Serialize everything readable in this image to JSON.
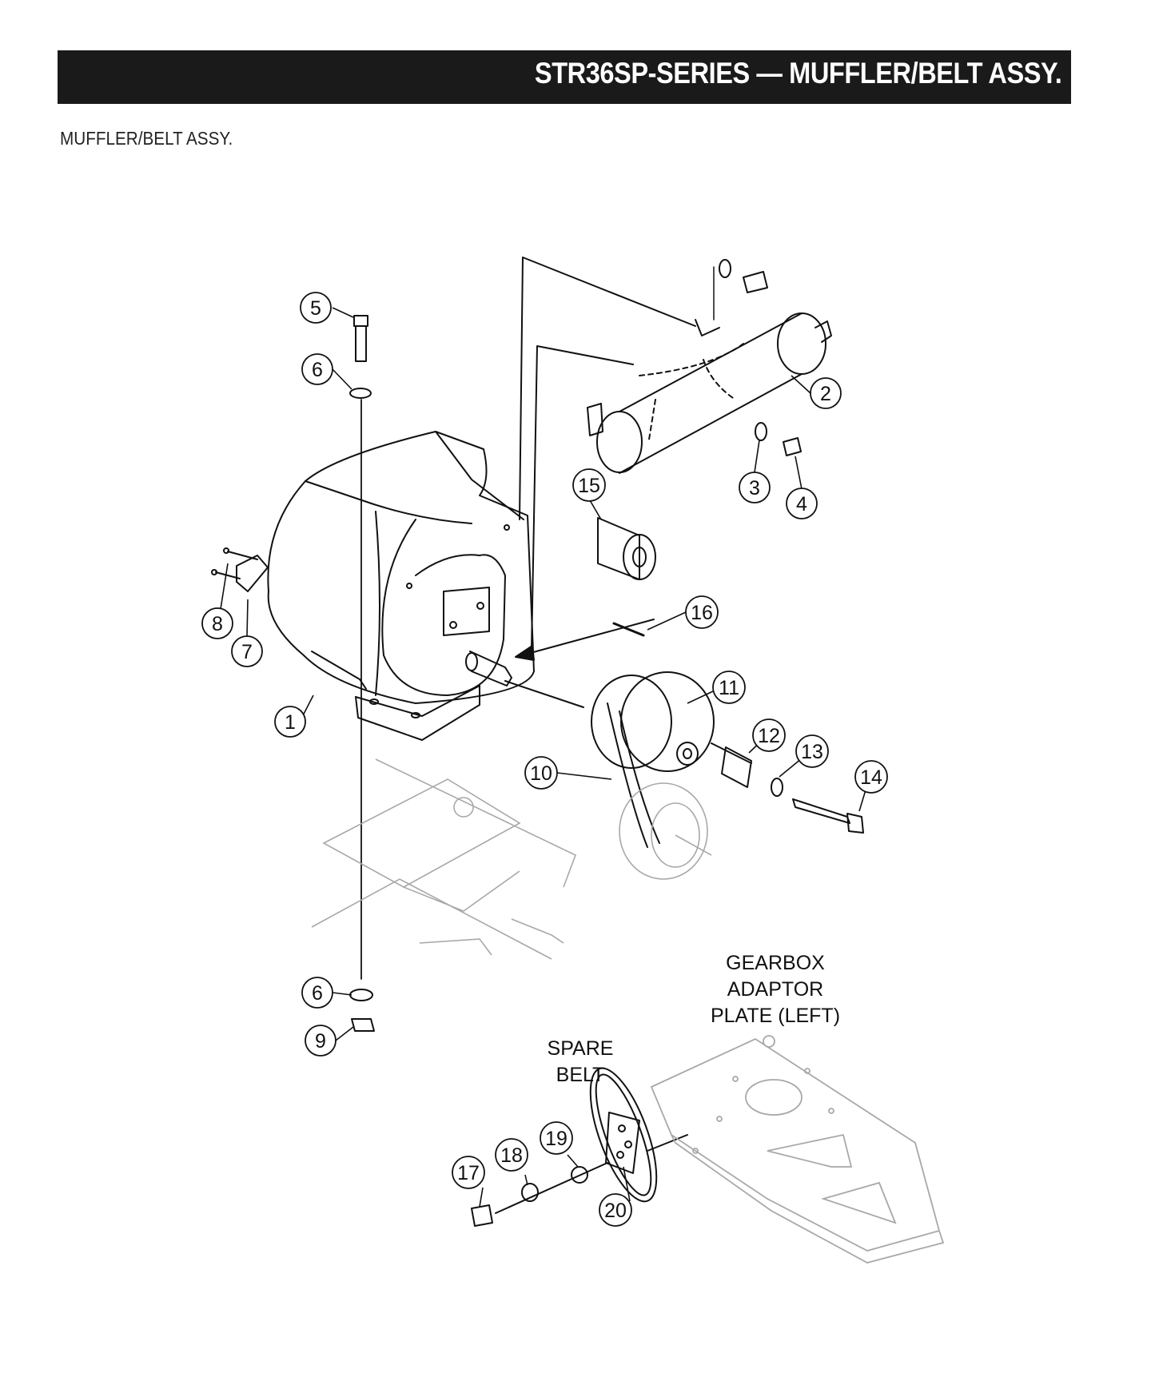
{
  "header": {
    "title": "STR36SP-SERIES — MUFFLER/BELT ASSY."
  },
  "subtitle": "MUFFLER/BELT ASSY.",
  "callouts": [
    "1",
    "2",
    "3",
    "4",
    "5",
    "6",
    "6",
    "7",
    "8",
    "9",
    "10",
    "11",
    "12",
    "13",
    "14",
    "15",
    "16",
    "17",
    "18",
    "19",
    "20"
  ],
  "labels": {
    "gearbox": [
      "GEARBOX",
      "ADAPTOR",
      "PLATE (LEFT)"
    ],
    "spare_belt": [
      "SPARE",
      "BELT"
    ]
  },
  "colors": {
    "title_bar": "#1a1a1a",
    "title_text": "#ffffff",
    "line": "#111111",
    "ghost_line": "#a8a8a8"
  }
}
